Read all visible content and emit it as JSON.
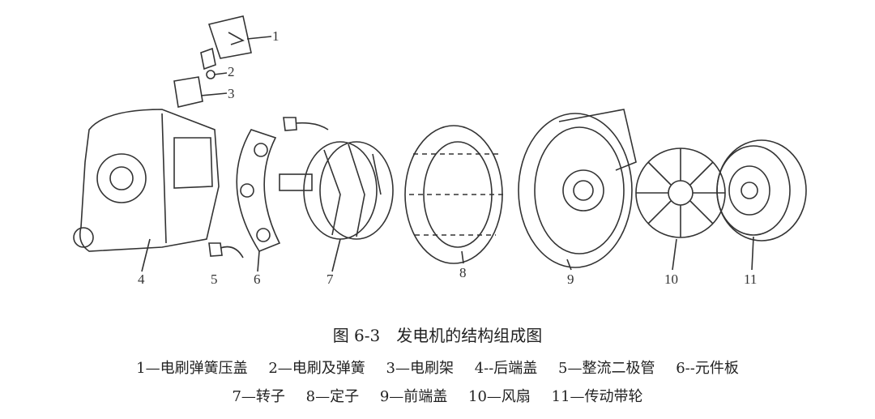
{
  "figure": {
    "title": "图 6-3　发电机的结构组成图",
    "part_numbers": [
      "1",
      "2",
      "3",
      "4",
      "5",
      "6",
      "7",
      "8",
      "9",
      "10",
      "11"
    ],
    "legend_line1": [
      "1—电刷弹簧压盖",
      "2—电刷及弹簧",
      "3—电刷架",
      "4--后端盖",
      "5—整流二极管",
      "6--元件板"
    ],
    "legend_line2": [
      "7—转子",
      "8—定子",
      "9—前端盖",
      "10—风扇",
      "11—传动带轮"
    ]
  }
}
